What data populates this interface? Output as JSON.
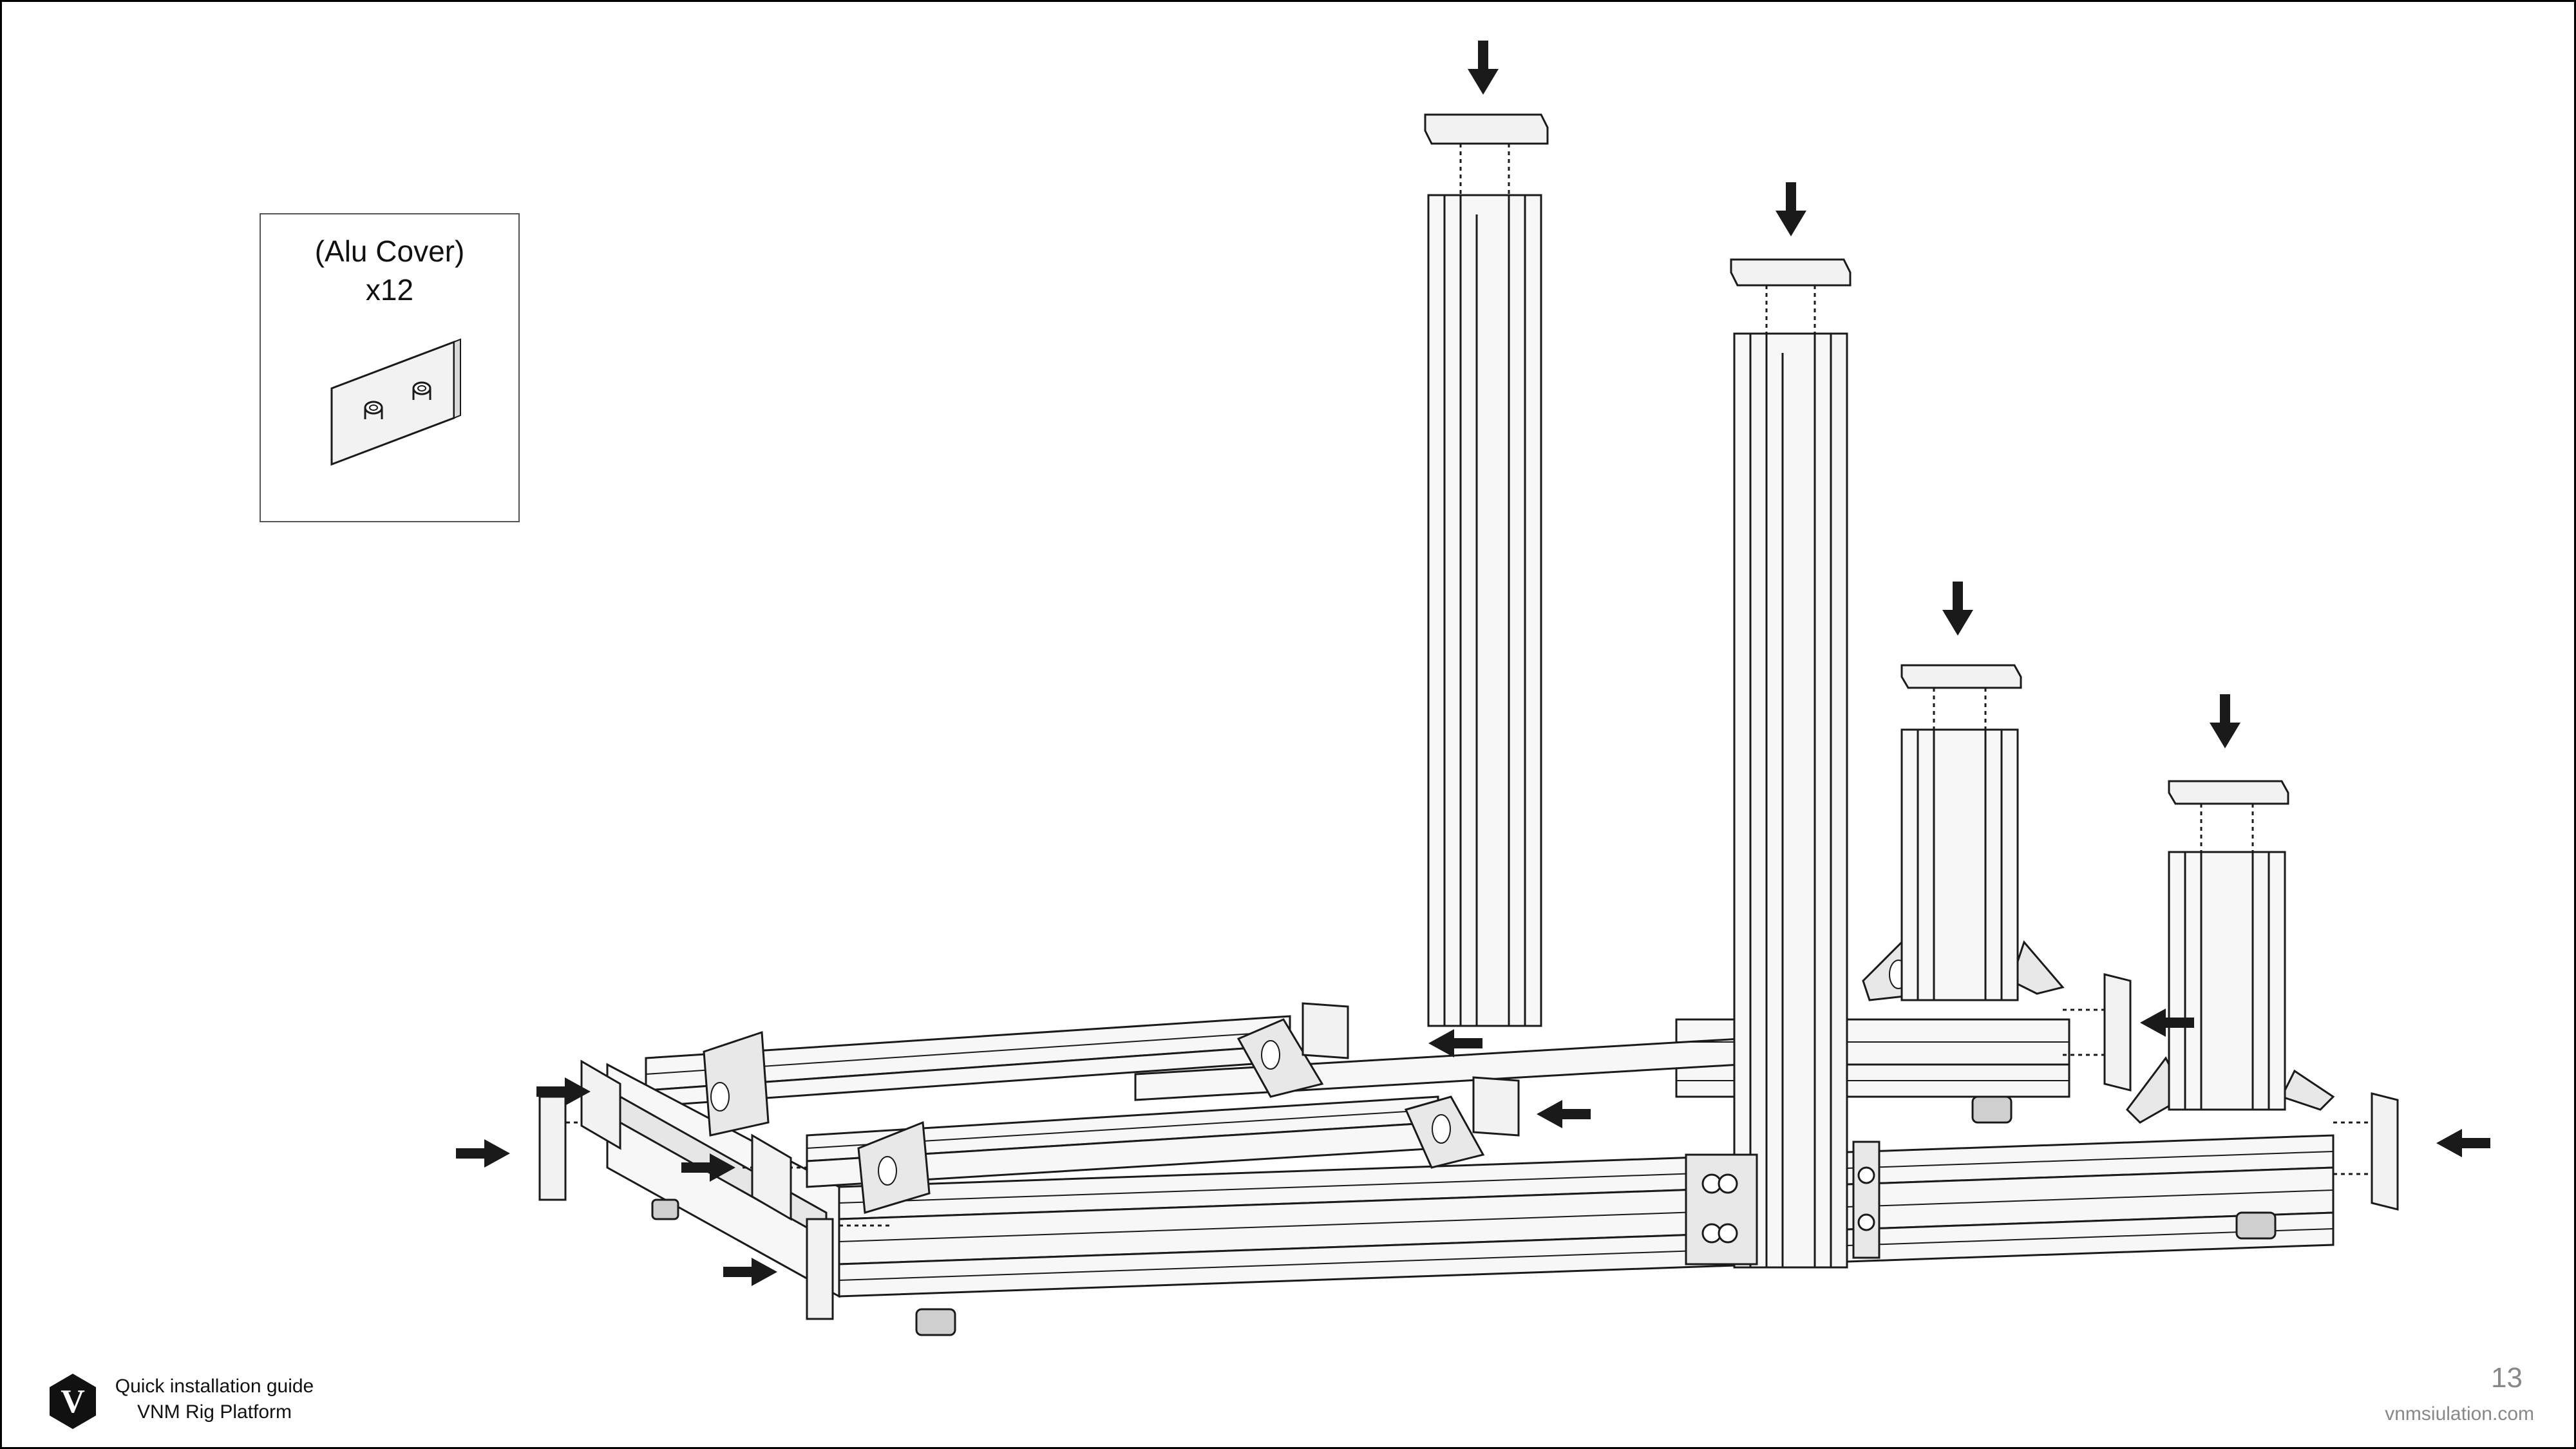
{
  "part": {
    "name": "(Alu Cover)",
    "quantity": "x12"
  },
  "footer": {
    "logo_letter": "V",
    "guide_line1": "Quick installation guide",
    "guide_line2": "VNM Rig Platform",
    "page_number": "13",
    "website": "vnmsiulation.com"
  },
  "icons": {
    "logo": "hexagon-v-logo",
    "arrow": "black-arrow-icon"
  },
  "colors": {
    "line": "#1a1a1a",
    "part_fill": "#f2f2f2",
    "shade": "#d9d9d9",
    "logo": "#111111",
    "muted_text": "#888888"
  }
}
